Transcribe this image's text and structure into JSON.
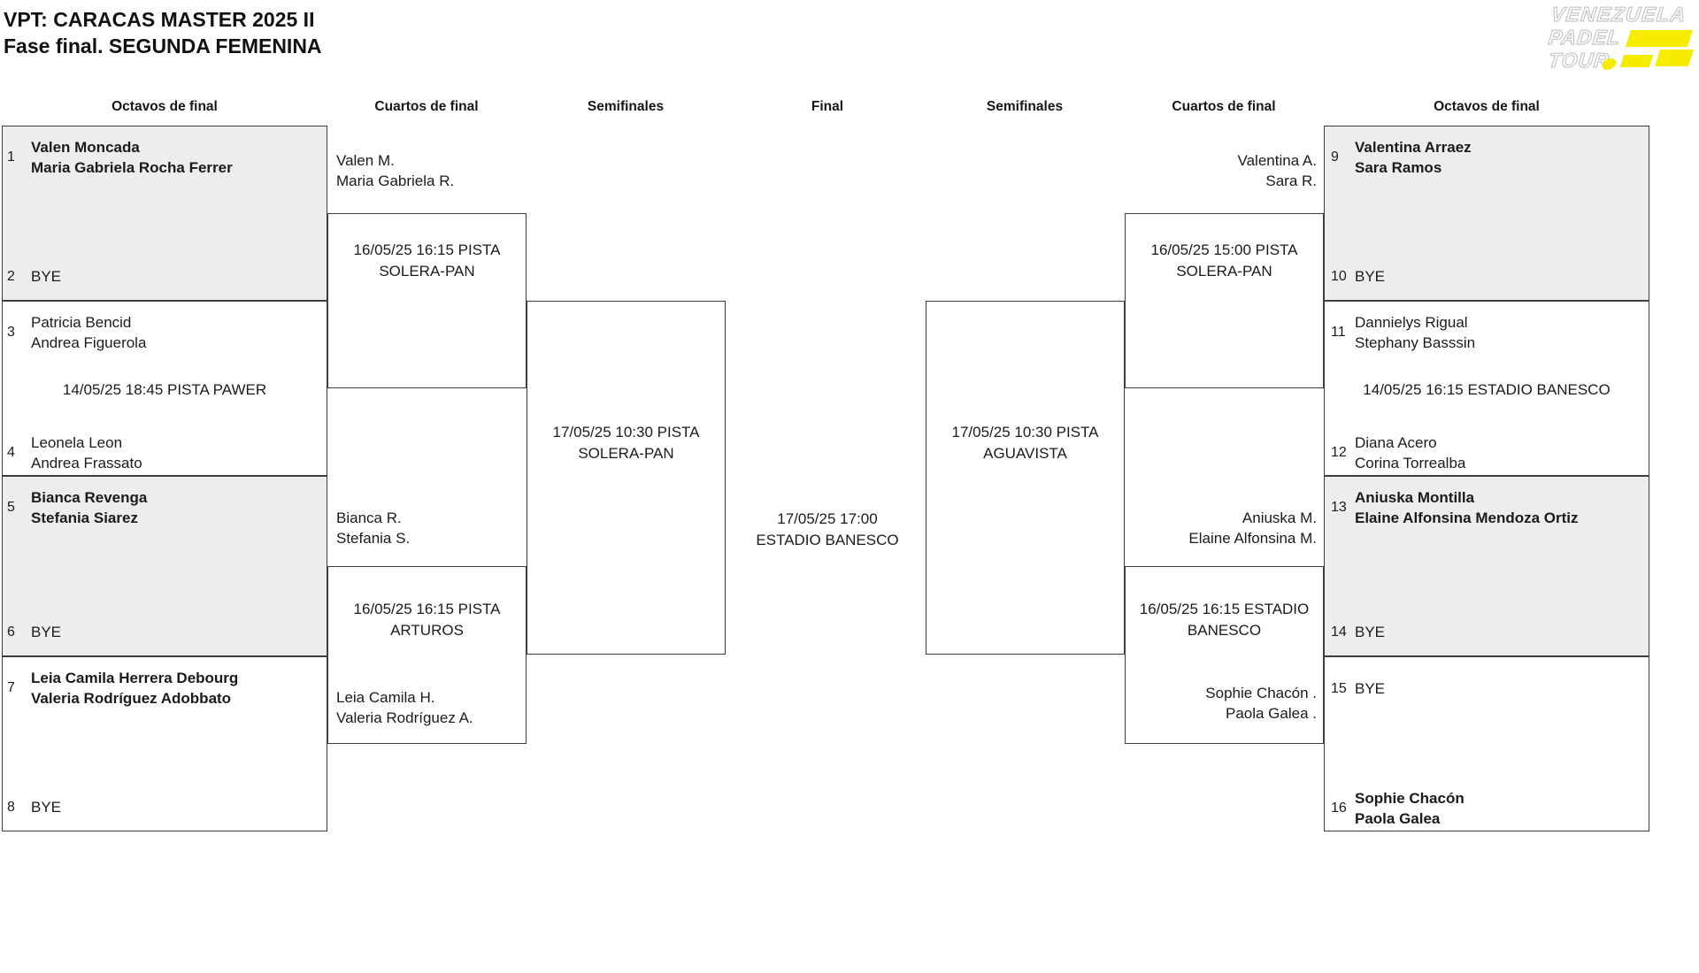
{
  "header": {
    "title_line1": "VPT: CARACAS MASTER 2025 II",
    "title_line2": "Fase final. SEGUNDA FEMENINA"
  },
  "logo": {
    "word1": "VENEZUELA",
    "word2": "PADEL",
    "word3": "TOUR",
    "accent_color": "#f5ec00"
  },
  "rounds": {
    "r16_left": "Octavos de final",
    "qf_left": "Cuartos de final",
    "sf_left": "Semifinales",
    "final": "Final",
    "sf_right": "Semifinales",
    "qf_right": "Cuartos de final",
    "r16_right": "Octavos de final"
  },
  "colors": {
    "seed_box_bg": "#ededed",
    "border": "#3e3e3e",
    "text": "#1b1b1b"
  },
  "r16_left": {
    "slots": [
      {
        "num": "1",
        "p1": "Valen Moncada",
        "p2": "Maria Gabriela Rocha Ferrer"
      },
      {
        "num": "2",
        "p1": "BYE"
      },
      {
        "num": "3",
        "p1": "Patricia Bencid",
        "p2": "Andrea Figuerola"
      },
      {
        "num": "4",
        "p1": "Leonela Leon",
        "p2": "Andrea Frassato"
      },
      {
        "num": "5",
        "p1": "Bianca Revenga",
        "p2": "Stefania Siarez"
      },
      {
        "num": "6",
        "p1": "BYE"
      },
      {
        "num": "7",
        "p1": "Leia Camila Herrera Debourg",
        "p2": "Valeria Rodríguez Adobbato"
      },
      {
        "num": "8",
        "p1": "BYE"
      }
    ],
    "match2_info": "14/05/25 18:45 PISTA PAWER"
  },
  "r16_right": {
    "slots": [
      {
        "num": "9",
        "p1": "Valentina Arraez",
        "p2": "Sara Ramos"
      },
      {
        "num": "10",
        "p1": "BYE"
      },
      {
        "num": "11",
        "p1": "Dannielys Rigual",
        "p2": "Stephany Basssin"
      },
      {
        "num": "12",
        "p1": "Diana Acero",
        "p2": "Corina Torrealba"
      },
      {
        "num": "13",
        "p1": "Aniuska Montilla",
        "p2": "Elaine Alfonsina Mendoza Ortiz"
      },
      {
        "num": "14",
        "p1": "BYE"
      },
      {
        "num": "15",
        "p1": "BYE"
      },
      {
        "num": "16",
        "p1": "Sophie Chacón",
        "p2": "Paola Galea"
      }
    ],
    "match2_info": "14/05/25 16:15 ESTADIO BANESCO"
  },
  "qf_left": {
    "m1": {
      "info1": "16/05/25 16:15 PISTA",
      "info2": "SOLERA-PAN",
      "top1": "Valen M.",
      "top2": "Maria Gabriela R."
    },
    "m2": {
      "info1": "16/05/25 16:15 PISTA",
      "info2": "ARTUROS",
      "top1": "Bianca R.",
      "top2": "Stefania S.",
      "bot1": "Leia Camila H.",
      "bot2": "Valeria Rodríguez A."
    }
  },
  "qf_right": {
    "m1": {
      "info1": "16/05/25 15:00 PISTA",
      "info2": "SOLERA-PAN",
      "top1": "Valentina A.",
      "top2": "Sara R."
    },
    "m2": {
      "info1": "16/05/25 16:15 ESTADIO",
      "info2": "BANESCO",
      "top1": "Aniuska M.",
      "top2": "Elaine Alfonsina M.",
      "bot1": "Sophie Chacón .",
      "bot2": "Paola Galea ."
    }
  },
  "sf_left": {
    "info1": "17/05/25 10:30 PISTA",
    "info2": "SOLERA-PAN"
  },
  "sf_right": {
    "info1": "17/05/25 10:30 PISTA",
    "info2": "AGUAVISTA"
  },
  "final": {
    "info1": "17/05/25 17:00",
    "info2": "ESTADIO BANESCO"
  }
}
